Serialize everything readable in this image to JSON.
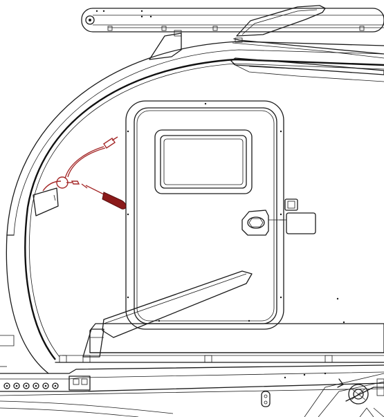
{
  "drawing": {
    "style": "line-art cutaway of a teardrop camper side wall",
    "colors": {
      "line": "#1a1a1a",
      "background": "#ffffff",
      "highlight": "#8b1a1a",
      "highlight_outline": "#a52a2a"
    },
    "parts": [
      "roof-rack",
      "roof-vent-hatch",
      "curved-shell",
      "entry-door",
      "door-window",
      "door-handle",
      "door-latch-plate",
      "reading-lamp",
      "cabin-mattress",
      "floor-deck",
      "chassis-frame",
      "spare-wheel-mount"
    ]
  }
}
